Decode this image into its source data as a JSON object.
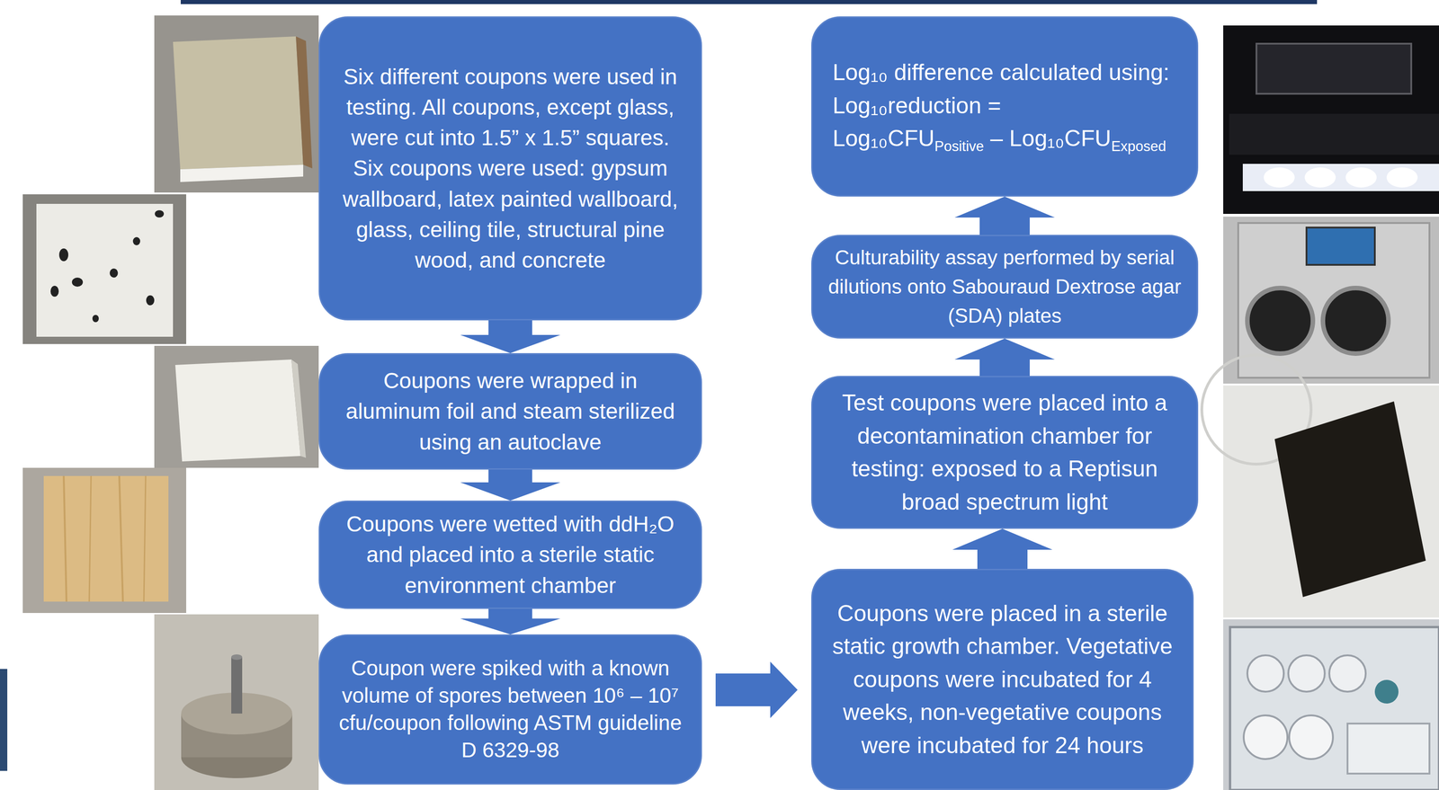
{
  "diagram": {
    "nodes": [
      {
        "text": [
          "Six different coupons were used in testing. All coupons, except glass, were cut into 1.5” x 1.5” squares. Six coupons were used: gypsum wallboard, latex painted wallboard, glass, ceiling tile, structural pine wood, and concrete"
        ]
      },
      {
        "text": [
          "Coupons were wrapped in aluminum foil and steam sterilized using an autoclave"
        ]
      },
      {
        "text": [
          "Coupons were wetted with ddH₂O and placed into a sterile static environment chamber"
        ]
      },
      {
        "text": [
          "Coupon were spiked with a known volume of spores between 10⁶ – 10⁷ cfu/coupon following ASTM guideline D 6329-98"
        ]
      },
      {
        "text": [
          "Coupons were placed in a sterile static growth chamber. Vegetative coupons were incubated for 4 weeks, non-vegetative coupons were incubated for 24 hours"
        ]
      },
      {
        "text": [
          "Test coupons were placed into a decontamination chamber for testing: exposed to a Reptisun broad spectrum light"
        ]
      },
      {
        "text": [
          "Culturability assay performed by serial dilutions onto Sabouraud Dextrose agar (SDA) plates"
        ]
      },
      {
        "text": [
          "Log₁₀ difference calculated using:",
          "Log₁₀reduction =",
          "Log₁₀CFU",
          "Positive",
          "– Log₁₀CFU",
          "Exposed"
        ]
      }
    ],
    "edges": [
      {
        "from": 0,
        "to": 1,
        "arrow": "to"
      },
      {
        "from": 1,
        "to": 2,
        "arrow": "to"
      },
      {
        "from": 2,
        "to": 3,
        "arrow": "to"
      },
      {
        "from": 3,
        "to": 4,
        "arrow": "to"
      },
      {
        "from": 4,
        "to": 5,
        "arrow": "to"
      },
      {
        "from": 5,
        "to": 6,
        "arrow": "to"
      },
      {
        "from": 6,
        "to": 7,
        "arrow": "to"
      }
    ]
  }
}
